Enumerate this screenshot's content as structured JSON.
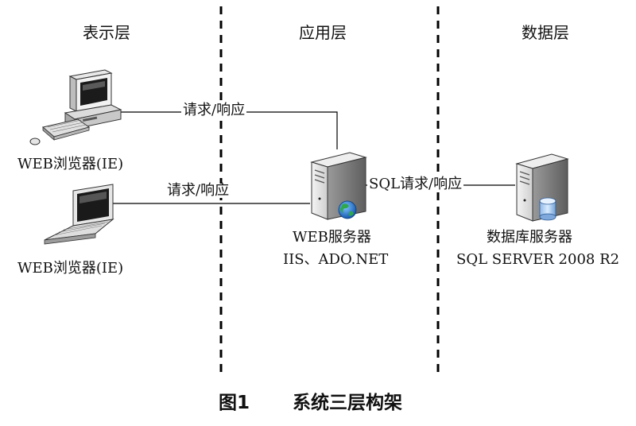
{
  "tiers": {
    "presentation": "表示层",
    "application": "应用层",
    "data": "数据层"
  },
  "clients": {
    "desktop_label": "WEB浏览器(IE)",
    "laptop_label": "WEB浏览器(IE)"
  },
  "links": {
    "desktop_to_web": "请求/响应",
    "laptop_to_web": "请求/响应",
    "web_to_db": "SQL请求/响应"
  },
  "web_server": {
    "name": "WEB服务器",
    "tech": "IIS、ADO.NET"
  },
  "db_server": {
    "name": "数据库服务器",
    "product": "SQL SERVER 2008 R2"
  },
  "caption": {
    "figure_no": "图1",
    "title": "系统三层构架"
  }
}
